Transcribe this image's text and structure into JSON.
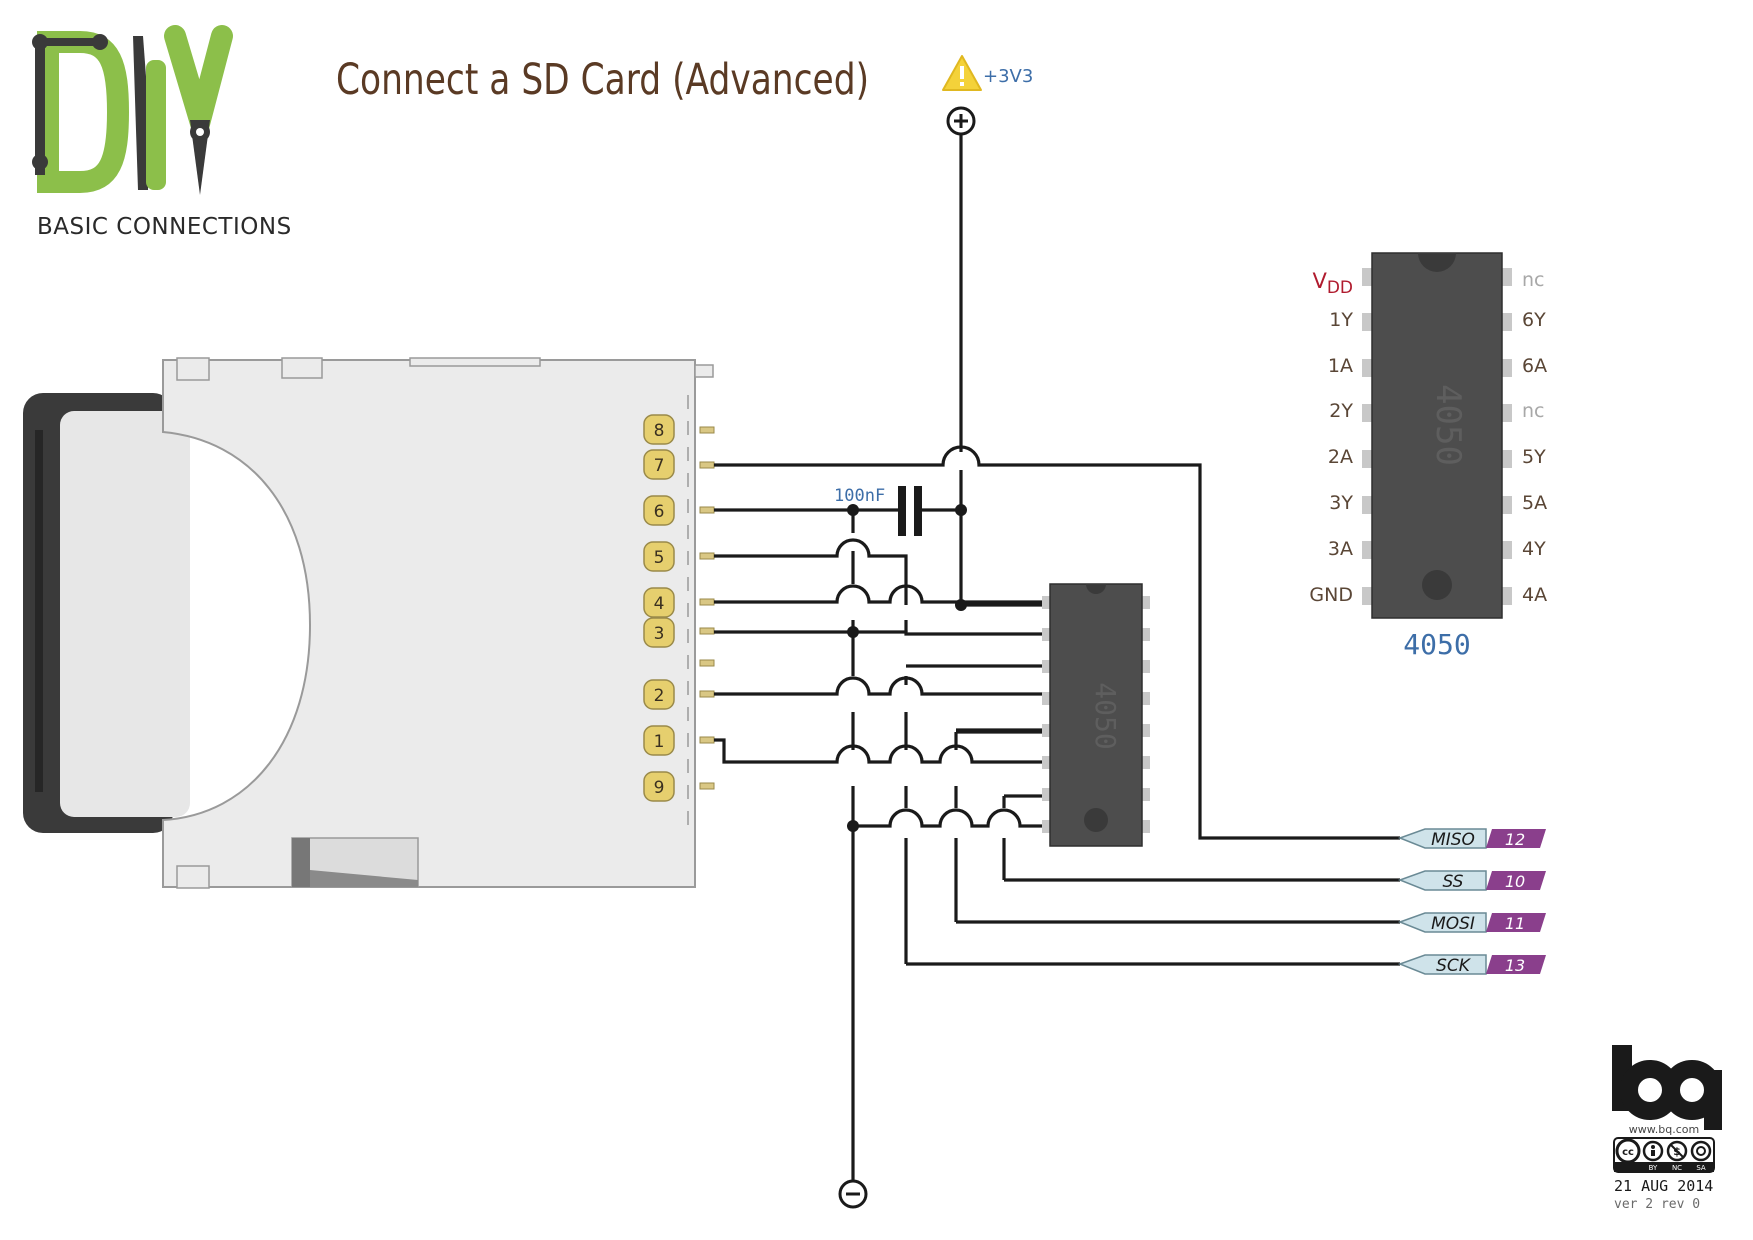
{
  "logo": {
    "main": "DIY",
    "subtitle": "BASIC CONNECTIONS"
  },
  "title": "Connect a SD Card (Advanced)",
  "supply": {
    "label": "+3V3",
    "positive_symbol": "+",
    "negative_symbol": "−"
  },
  "capacitor": {
    "label": "100nF"
  },
  "sd_pins": [
    "8",
    "7",
    "6",
    "5",
    "4",
    "3",
    "2",
    "1",
    "9"
  ],
  "chip_small": {
    "label": "4050"
  },
  "chip_ref": {
    "label": "4050",
    "caption": "4050",
    "left_pins": [
      {
        "main": "V",
        "sub": "DD"
      },
      {
        "main": "1Y"
      },
      {
        "main": "1A"
      },
      {
        "main": "2Y"
      },
      {
        "main": "2A"
      },
      {
        "main": "3Y"
      },
      {
        "main": "3A"
      },
      {
        "main": "GND"
      }
    ],
    "right_pins": [
      "nc",
      "6Y",
      "6A",
      "nc",
      "5Y",
      "5A",
      "4Y",
      "4A"
    ]
  },
  "arduino_pins": [
    {
      "name": "MISO",
      "number": "12"
    },
    {
      "name": "SS",
      "number": "10"
    },
    {
      "name": "MOSI",
      "number": "11"
    },
    {
      "name": "SCK",
      "number": "13"
    }
  ],
  "brand": {
    "logo": "bq",
    "url": "www.bq.com",
    "license": [
      "BY",
      "NC",
      "SA"
    ],
    "date": "21 AUG 2014",
    "version": "ver 2 rev 0"
  },
  "colors": {
    "logo_green": "#8cbf4a",
    "logo_dark": "#3a3a3a",
    "title_brown": "#5a3a24",
    "label_blue": "#3d6ea8",
    "vdd_red": "#b01b2e",
    "chip_body": "#4d4d4d",
    "pin_gray": "#c8c8c8",
    "pin_badge": "#e6cf6e",
    "arduino_name_bg": "#cfe3ea",
    "arduino_num_bg": "#8a3f8c",
    "warning_yellow": "#f4d23a"
  }
}
